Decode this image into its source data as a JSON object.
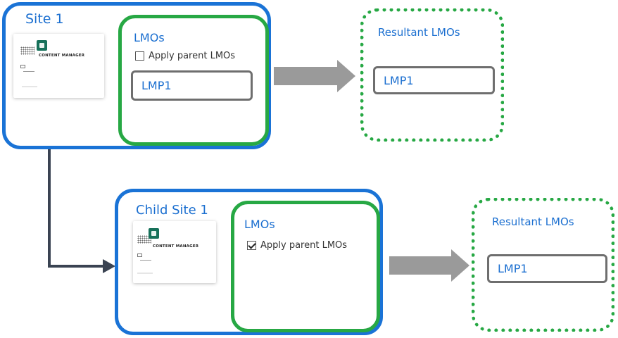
{
  "colors": {
    "site_border": "#1a73d6",
    "lmo_border": "#27a844",
    "title_text": "#1b6fd0",
    "lmp_border": "#6e6e6e",
    "arrow_fill": "#9a9a9a",
    "connector": "#3a4352"
  },
  "site": {
    "title": "Site 1",
    "card_label": "CONTENT MANAGER",
    "lmos_title": "LMOs",
    "apply_parent_label": "Apply parent LMOs",
    "apply_parent_checked": false,
    "lmp_label": "LMP1"
  },
  "site_result": {
    "title": "Resultant LMOs",
    "lmp_label": "LMP1"
  },
  "child_site": {
    "title": "Child Site 1",
    "card_label": "CONTENT MANAGER",
    "lmos_title": "LMOs",
    "apply_parent_label": "Apply parent LMOs",
    "apply_parent_checked": true
  },
  "child_result": {
    "title": "Resultant LMOs",
    "lmp_label": "LMP1"
  },
  "icons": {
    "logo": "content-manager-logo-icon",
    "checkbox_unchecked": "checkbox-unchecked-icon",
    "checkbox_checked": "checkbox-checked-icon",
    "flow_arrow": "right-arrow-icon",
    "connector": "elbow-connector-arrow-icon"
  }
}
